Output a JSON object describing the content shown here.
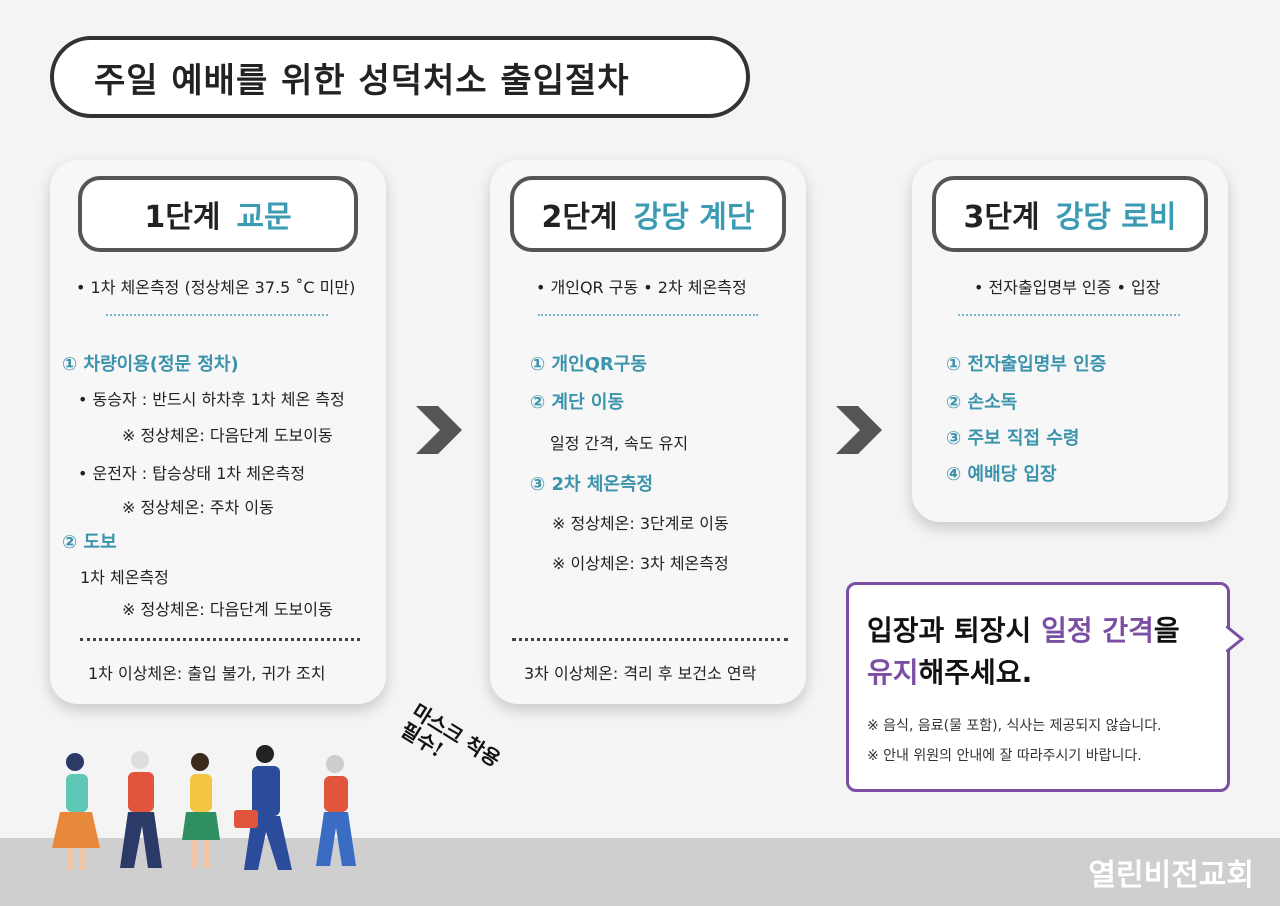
{
  "title": "주일 예배를 위한 성덕처소 출입절차",
  "stage1": {
    "label": "1단계",
    "name": "교문",
    "lines": {
      "intro": "• 1차 체온측정 (정상체온 37.5 ˚C 미만)",
      "step1": "① 차량이용(정문 정차)",
      "s1a": "• 동승자 : 반드시 하차후 1차 체온 측정",
      "s1b": "※ 정상체온: 다음단계 도보이동",
      "s1c": "• 운전자 : 탑승상태 1차 체온측정",
      "s1d": "※ 정상체온: 주차 이동",
      "step2": "② 도보",
      "s2a": "1차 체온측정",
      "s2b": "※ 정상체온: 다음단계 도보이동",
      "footer": "1차 이상체온: 출입 불가, 귀가 조치"
    }
  },
  "stage2": {
    "label": "2단계",
    "name": "강당 계단",
    "lines": {
      "intro": "• 개인QR 구동   • 2차 체온측정",
      "step1": "① 개인QR구동",
      "step2": "② 계단 이동",
      "s2a": "일정 간격, 속도 유지",
      "step3": "③ 2차 체온측정",
      "s3a": "※ 정상체온: 3단계로 이동",
      "s3b": "※ 이상체온: 3차 체온측정",
      "footer": "3차 이상체온: 격리 후 보건소 연락"
    }
  },
  "stage3": {
    "label": "3단계",
    "name": "강당 로비",
    "lines": {
      "intro": "• 전자출입명부 인증  • 입장",
      "step1": "① 전자출입명부 인증",
      "step2": "② 손소독",
      "step3": "③ 주보 직접 수령",
      "step4": "④ 예배당 입장"
    }
  },
  "notice": {
    "line1_a": "입장과 퇴장시 ",
    "line1_hl": "일정 간격",
    "line1_b": "을",
    "line2_hl": "유지",
    "line2_b": "해주세요.",
    "note1": "※ 음식, 음료(물 포함), 식사는 제공되지 않습니다.",
    "note2": "※ 안내 위원의 안내에 잘 따라주시기 바랍니다."
  },
  "mask_note": "마스크 착용 필수!",
  "organization": "열린비전교회",
  "colors": {
    "accent_teal": "#3a9bb3",
    "accent_purple": "#7a4fa3",
    "chevron": "#555555"
  }
}
